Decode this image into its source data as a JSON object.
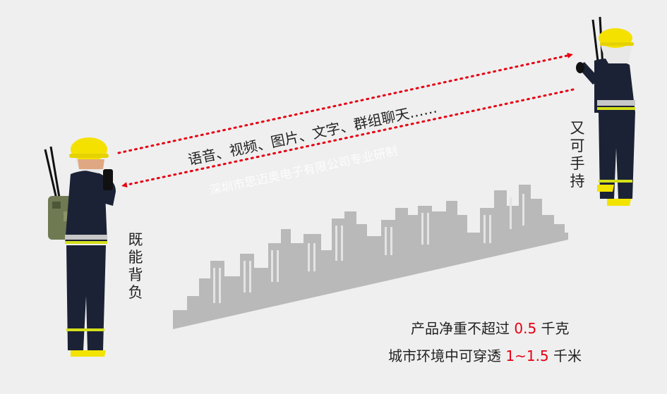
{
  "banner": {
    "comm_text": "语音、视频、图片、文字、群组聊天……",
    "watermark": "深圳市思迈奥电子有限公司专业研制",
    "left_label": "既能背负",
    "right_label": "又可手持",
    "spec_weight": {
      "prefix": "产品净重不超过",
      "value": "0.5",
      "unit": "千克"
    },
    "spec_range": {
      "prefix": "城市环境中可穿透",
      "value": "1~1.5",
      "unit": "千米"
    }
  },
  "colors": {
    "accent": "#e60012",
    "skyline": "#b9b9b9",
    "background": "#efefef"
  },
  "icons": [
    "firefighter-backpack-figure",
    "firefighter-handheld-figure",
    "city-skyline-graphic",
    "dotted-arrow"
  ]
}
